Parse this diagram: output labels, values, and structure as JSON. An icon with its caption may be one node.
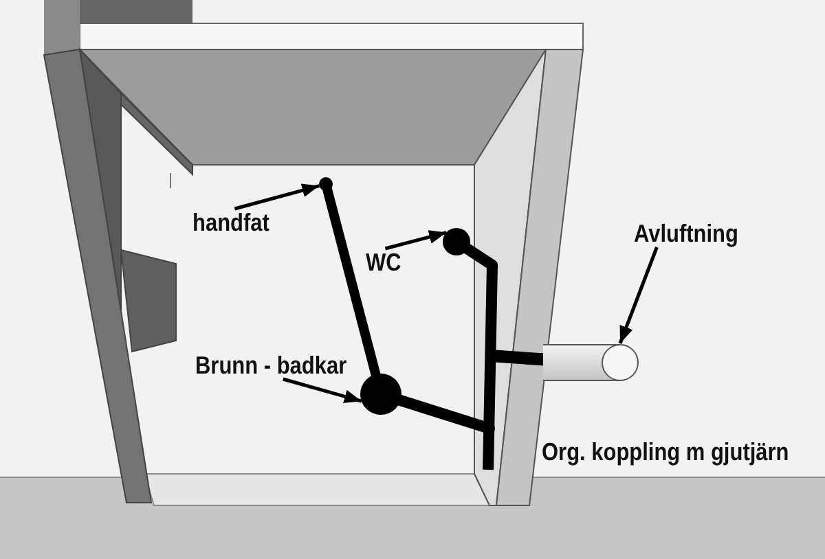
{
  "diagram": {
    "nodes": [
      {
        "text": [
          "handfat"
        ]
      },
      {
        "text": [],
        "shape": "circle"
      },
      {
        "text": [
          "WC"
        ]
      },
      {
        "text": [],
        "shape": "circle"
      },
      {
        "text": [
          "Avluftning"
        ]
      },
      {
        "text": [],
        "shape": "cylinder"
      },
      {
        "text": [
          "Brunn - badkar"
        ]
      },
      {
        "text": [],
        "shape": "circle"
      }
    ],
    "edges": [
      {
        "from": 0,
        "to": 1,
        "arrow": "to"
      },
      {
        "from": 2,
        "to": 3,
        "arrow": "to"
      },
      {
        "from": 4,
        "to": 5,
        "arrow": "to"
      },
      {
        "from": 6,
        "to": 7,
        "arrow": "to"
      }
    ],
    "labels": [
      "Org. koppling m gjutjärn"
    ]
  }
}
